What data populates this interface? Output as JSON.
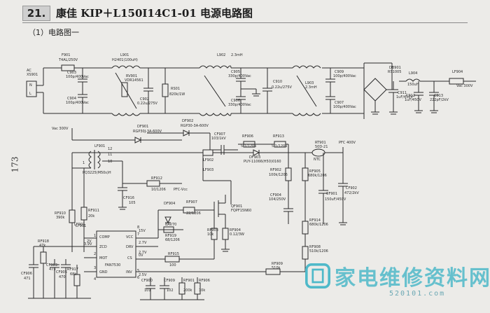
{
  "header": {
    "number": "21.",
    "title": "康佳 KIP＋L150I14C1-01 电源电路图"
  },
  "subtitle": "（1）电路图一",
  "page_number": "173",
  "watermark": {
    "text": "家电维修资料网",
    "url": "520101.com"
  },
  "colors": {
    "ink": "#2a2a2a",
    "watermark": "#4fb9c9"
  },
  "labels": [
    {
      "id": "ac",
      "t": "AC"
    },
    {
      "id": "xs901",
      "t": "XS901"
    },
    {
      "id": "n",
      "t": "N"
    },
    {
      "id": "l",
      "t": "L"
    },
    {
      "id": "f901",
      "t": "F901"
    },
    {
      "id": "f901v",
      "t": "T4AL/250V"
    },
    {
      "id": "c903",
      "t": "C903"
    },
    {
      "id": "c903v",
      "t": "100p/400Vac"
    },
    {
      "id": "c904",
      "t": "C904"
    },
    {
      "id": "c904v",
      "t": "100p/400Vac"
    },
    {
      "id": "l901",
      "t": "L901"
    },
    {
      "id": "l901v",
      "t": "H2401(100uH)"
    },
    {
      "id": "rv901",
      "t": "RV901"
    },
    {
      "id": "rv901v",
      "t": "VDR14561"
    },
    {
      "id": "c902",
      "t": "C902"
    },
    {
      "id": "c902v",
      "t": "0.22u/275V"
    },
    {
      "id": "rs01",
      "t": "RS01"
    },
    {
      "id": "rs01v",
      "t": "820k/1W"
    },
    {
      "id": "l902",
      "t": "L902"
    },
    {
      "id": "l902v",
      "t": "2.3mH"
    },
    {
      "id": "c905",
      "t": "C905"
    },
    {
      "id": "c905v",
      "t": "330p/400Vac"
    },
    {
      "id": "c906",
      "t": "C906"
    },
    {
      "id": "c906v",
      "t": "330p/400Vac"
    },
    {
      "id": "c910",
      "t": "C910"
    },
    {
      "id": "c910v",
      "t": "0.22u/275V"
    },
    {
      "id": "l903",
      "t": "L903"
    },
    {
      "id": "l903v",
      "t": "2.3mH"
    },
    {
      "id": "c909",
      "t": "C909"
    },
    {
      "id": "c909v",
      "t": "100p/400Vac"
    },
    {
      "id": "c907",
      "t": "C907"
    },
    {
      "id": "c907v",
      "t": "100p/400Vac"
    },
    {
      "id": "db901",
      "t": "DB901"
    },
    {
      "id": "db901v",
      "t": "RS1005"
    },
    {
      "id": "c911",
      "t": "C911"
    },
    {
      "id": "c911v",
      "t": "1uF/450V"
    },
    {
      "id": "l904",
      "t": "L904"
    },
    {
      "id": "l904v",
      "t": "150uH"
    },
    {
      "id": "c912",
      "t": "C912"
    },
    {
      "id": "c912v",
      "t": "1uF/450V"
    },
    {
      "id": "c913",
      "t": "C913"
    },
    {
      "id": "c913v",
      "t": "222pF/2kV"
    },
    {
      "id": "lf904",
      "t": "LF904"
    },
    {
      "id": "vac1",
      "t": "Vac 300V"
    },
    {
      "id": "df901",
      "t": "DF901"
    },
    {
      "id": "df901v",
      "t": "RGP30J-3A-600V"
    },
    {
      "id": "df902",
      "t": "DF902"
    },
    {
      "id": "df902v",
      "t": "RGP30-3A-600V"
    },
    {
      "id": "vac2",
      "t": "Vac 300V"
    },
    {
      "id": "cf907",
      "t": "CF907"
    },
    {
      "id": "cf907v",
      "t": "103/1kV"
    },
    {
      "id": "rf906",
      "t": "RF906"
    },
    {
      "id": "rf906v",
      "t": "5.1/1206"
    },
    {
      "id": "rf913",
      "t": "RF913"
    },
    {
      "id": "rf913v",
      "t": "5.1/1206"
    },
    {
      "id": "rt901",
      "t": "RT901"
    },
    {
      "id": "rt901v",
      "t": "50D-21"
    },
    {
      "id": "pfc",
      "t": "PFC 400V"
    },
    {
      "id": "ntc",
      "t": "NTC"
    },
    {
      "id": "lf901",
      "t": "LF901"
    },
    {
      "id": "lf901v",
      "t": "PQ3225(M50s)H"
    },
    {
      "id": "df903",
      "t": "DF903"
    },
    {
      "id": "df903v",
      "t": "PUY-11066(H50)0160"
    },
    {
      "id": "lf902",
      "t": "LF902"
    },
    {
      "id": "lf903",
      "t": "LF903"
    },
    {
      "id": "rf902",
      "t": "RF902"
    },
    {
      "id": "rf902v",
      "t": "100k/1206"
    },
    {
      "id": "rf905",
      "t": "RF905"
    },
    {
      "id": "rf905v",
      "t": "680k/1206"
    },
    {
      "id": "cf904",
      "t": "CF904"
    },
    {
      "id": "cf904v",
      "t": "104/250V"
    },
    {
      "id": "cf901",
      "t": "CF901"
    },
    {
      "id": "cf901v",
      "t": "150uF/450V"
    },
    {
      "id": "cf902",
      "t": "CF902"
    },
    {
      "id": "cf902v",
      "t": "472/2kV"
    },
    {
      "id": "n12",
      "t": "12"
    },
    {
      "id": "n11",
      "t": "11"
    },
    {
      "id": "n10",
      "t": "10"
    },
    {
      "id": "n1",
      "t": "1"
    },
    {
      "id": "cf916",
      "t": "CF916"
    },
    {
      "id": "cf916v",
      "t": "105"
    },
    {
      "id": "rf912",
      "t": "RF912"
    },
    {
      "id": "rf912v",
      "t": "10/1206"
    },
    {
      "id": "pfcvcc",
      "t": "PFC-Vcc"
    },
    {
      "id": "rf910",
      "t": "RF910"
    },
    {
      "id": "rf910v",
      "t": "390k"
    },
    {
      "id": "rf911",
      "t": "RF911"
    },
    {
      "id": "rf911v",
      "t": "20k"
    },
    {
      "id": "lf901b",
      "t": "LF901"
    },
    {
      "id": "qf901",
      "t": "QF901"
    },
    {
      "id": "qf901v",
      "t": "FQPF15N60"
    },
    {
      "id": "df904",
      "t": "DF904"
    },
    {
      "id": "df904v",
      "t": "BAV70"
    },
    {
      "id": "rf907",
      "t": "RF907"
    },
    {
      "id": "rf907v",
      "t": "22/1206"
    },
    {
      "id": "rf919",
      "t": "RF919"
    },
    {
      "id": "rf919v",
      "t": "68/1206"
    },
    {
      "id": "rf903",
      "t": "RF903"
    },
    {
      "id": "rf903v",
      "t": "10k"
    },
    {
      "id": "rf904",
      "t": "RF904"
    },
    {
      "id": "rf904v",
      "t": "0.12/3W"
    },
    {
      "id": "rf914",
      "t": "RF914"
    },
    {
      "id": "rf914v",
      "t": "680k/1206"
    },
    {
      "id": "rf908",
      "t": "RF908"
    },
    {
      "id": "rf908v",
      "t": "510k/1206"
    },
    {
      "id": "comp",
      "t": "COMP"
    },
    {
      "id": "vcc",
      "t": "VCC"
    },
    {
      "id": "zcd",
      "t": "ZCD"
    },
    {
      "id": "drv",
      "t": "DRV"
    },
    {
      "id": "mot",
      "t": "MOT"
    },
    {
      "id": "cs",
      "t": "CS"
    },
    {
      "id": "gnd",
      "t": "GND"
    },
    {
      "id": "inv",
      "t": "INV"
    },
    {
      "id": "fan",
      "t": "FAN7530"
    },
    {
      "id": "v15",
      "t": "15V"
    },
    {
      "id": "v27a",
      "t": "2.7V"
    },
    {
      "id": "v27b",
      "t": "2.7V"
    },
    {
      "id": "v0",
      "t": "0V"
    },
    {
      "id": "v25",
      "t": "2.5V"
    },
    {
      "id": "v39",
      "t": "3.9V"
    },
    {
      "id": "v2",
      "t": "2V"
    },
    {
      "id": "p1",
      "t": "1"
    },
    {
      "id": "p2",
      "t": "2"
    },
    {
      "id": "p3",
      "t": "3"
    },
    {
      "id": "p4",
      "t": "4"
    },
    {
      "id": "p5",
      "t": "5"
    },
    {
      "id": "p6",
      "t": "6"
    },
    {
      "id": "p7",
      "t": "7"
    },
    {
      "id": "p8",
      "t": "8"
    },
    {
      "id": "rf915",
      "t": "RF915"
    },
    {
      "id": "rf915v",
      "t": "100"
    },
    {
      "id": "rf909",
      "t": "RF909"
    },
    {
      "id": "rf909v",
      "t": "510k"
    },
    {
      "id": "rf918",
      "t": "RF918"
    },
    {
      "id": "rf918v",
      "t": "47k"
    },
    {
      "id": "cf903",
      "t": "CF903"
    },
    {
      "id": "cf903v",
      "t": "473"
    },
    {
      "id": "cf906",
      "t": "CF906"
    },
    {
      "id": "cf906v",
      "t": "471"
    },
    {
      "id": "cf905",
      "t": "CF905"
    },
    {
      "id": "cf905v",
      "t": "470"
    },
    {
      "id": "rf917",
      "t": "RF917"
    },
    {
      "id": "rf917v",
      "t": "68k"
    },
    {
      "id": "cf900",
      "t": "CF900"
    },
    {
      "id": "cf900v",
      "t": "101"
    },
    {
      "id": "cf909",
      "t": "CF909"
    },
    {
      "id": "cf909v",
      "t": "102"
    },
    {
      "id": "rf901",
      "t": "RF901"
    },
    {
      "id": "rf901v",
      "t": "200k"
    },
    {
      "id": "rf906b",
      "t": "RF906"
    },
    {
      "id": "rf906bv",
      "t": "10k"
    },
    {
      "id": "lf901c",
      "t": "LF901"
    }
  ]
}
